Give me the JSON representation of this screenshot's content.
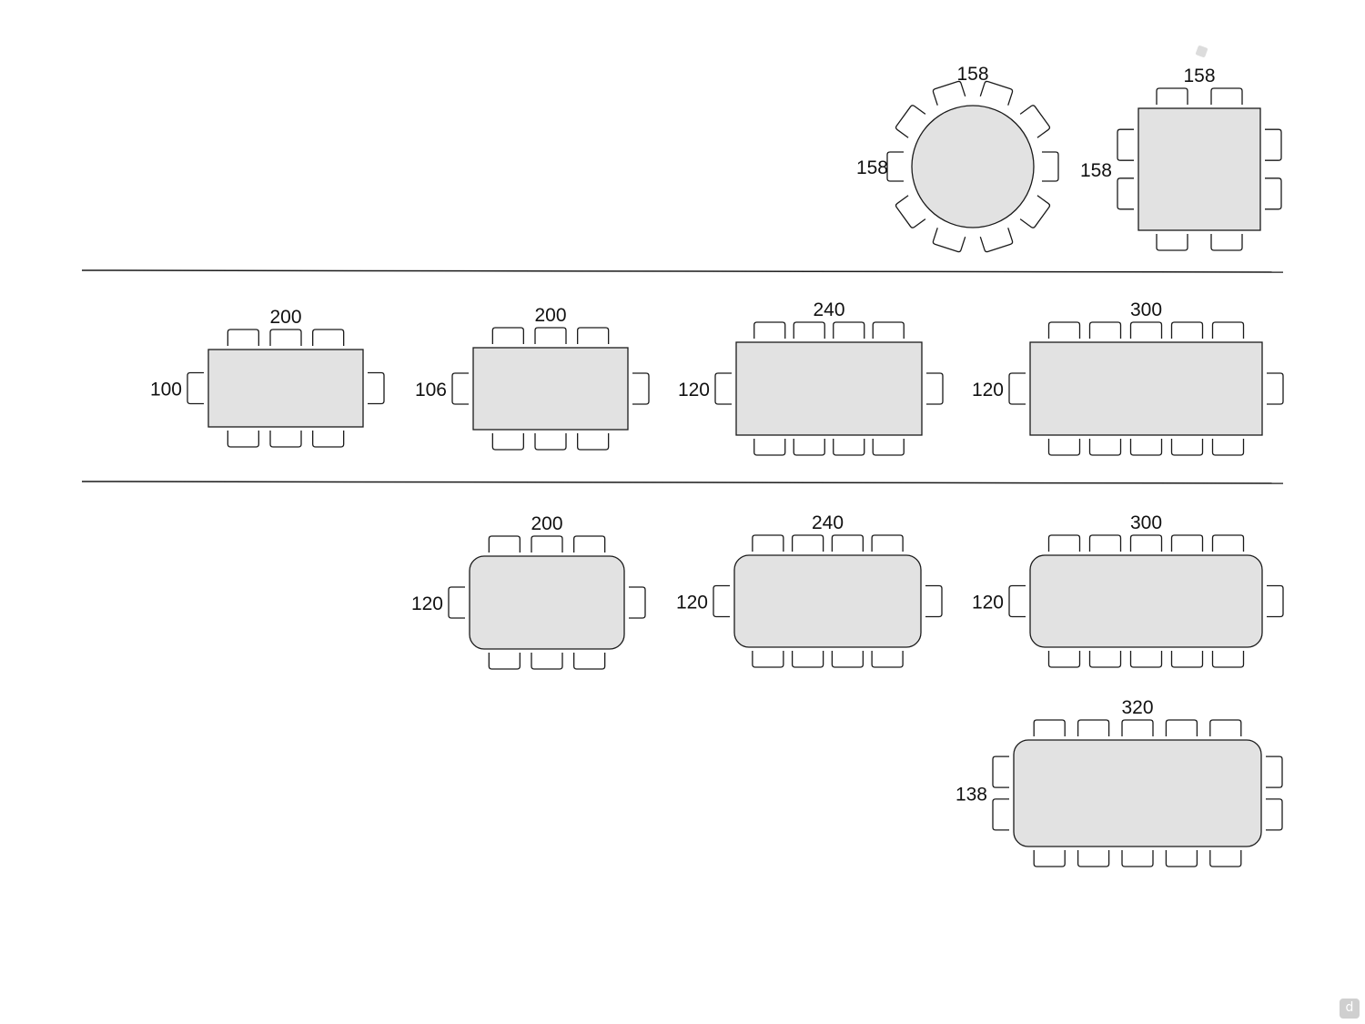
{
  "colors": {
    "table_fill": "#e2e2e2",
    "stroke": "#1a1a1a",
    "background": "#ffffff"
  },
  "icons": {
    "brand_badge": "d-logo-icon",
    "pin": "small-diamond-icon"
  },
  "brand_badge_text": "d",
  "rows": [
    {
      "tables": [
        {
          "shape": "round",
          "length": "158",
          "width": "158",
          "seats_total": 10
        },
        {
          "shape": "square",
          "length": "158",
          "width": "158",
          "seats_per_long_side": 2,
          "seats_per_end": 2
        }
      ]
    },
    {
      "tables": [
        {
          "shape": "rectangle",
          "length": "200",
          "width": "100",
          "seats_per_long_side": 3,
          "seats_per_end": 1
        },
        {
          "shape": "rectangle",
          "length": "200",
          "width": "106",
          "seats_per_long_side": 3,
          "seats_per_end": 1
        },
        {
          "shape": "rectangle",
          "length": "240",
          "width": "120",
          "seats_per_long_side": 4,
          "seats_per_end": 1
        },
        {
          "shape": "rectangle",
          "length": "300",
          "width": "120",
          "seats_per_long_side": 5,
          "seats_per_end": 1
        }
      ]
    },
    {
      "tables": [
        {
          "shape": "rounded-rectangle",
          "length": "200",
          "width": "120",
          "seats_per_long_side": 3,
          "seats_per_end": 1
        },
        {
          "shape": "rounded-rectangle",
          "length": "240",
          "width": "120",
          "seats_per_long_side": 4,
          "seats_per_end": 1
        },
        {
          "shape": "rounded-rectangle",
          "length": "300",
          "width": "120",
          "seats_per_long_side": 5,
          "seats_per_end": 1
        },
        {
          "shape": "rounded-rectangle",
          "length": "320",
          "width": "138",
          "seats_per_long_side": 5,
          "seats_per_end": 2
        }
      ]
    }
  ]
}
